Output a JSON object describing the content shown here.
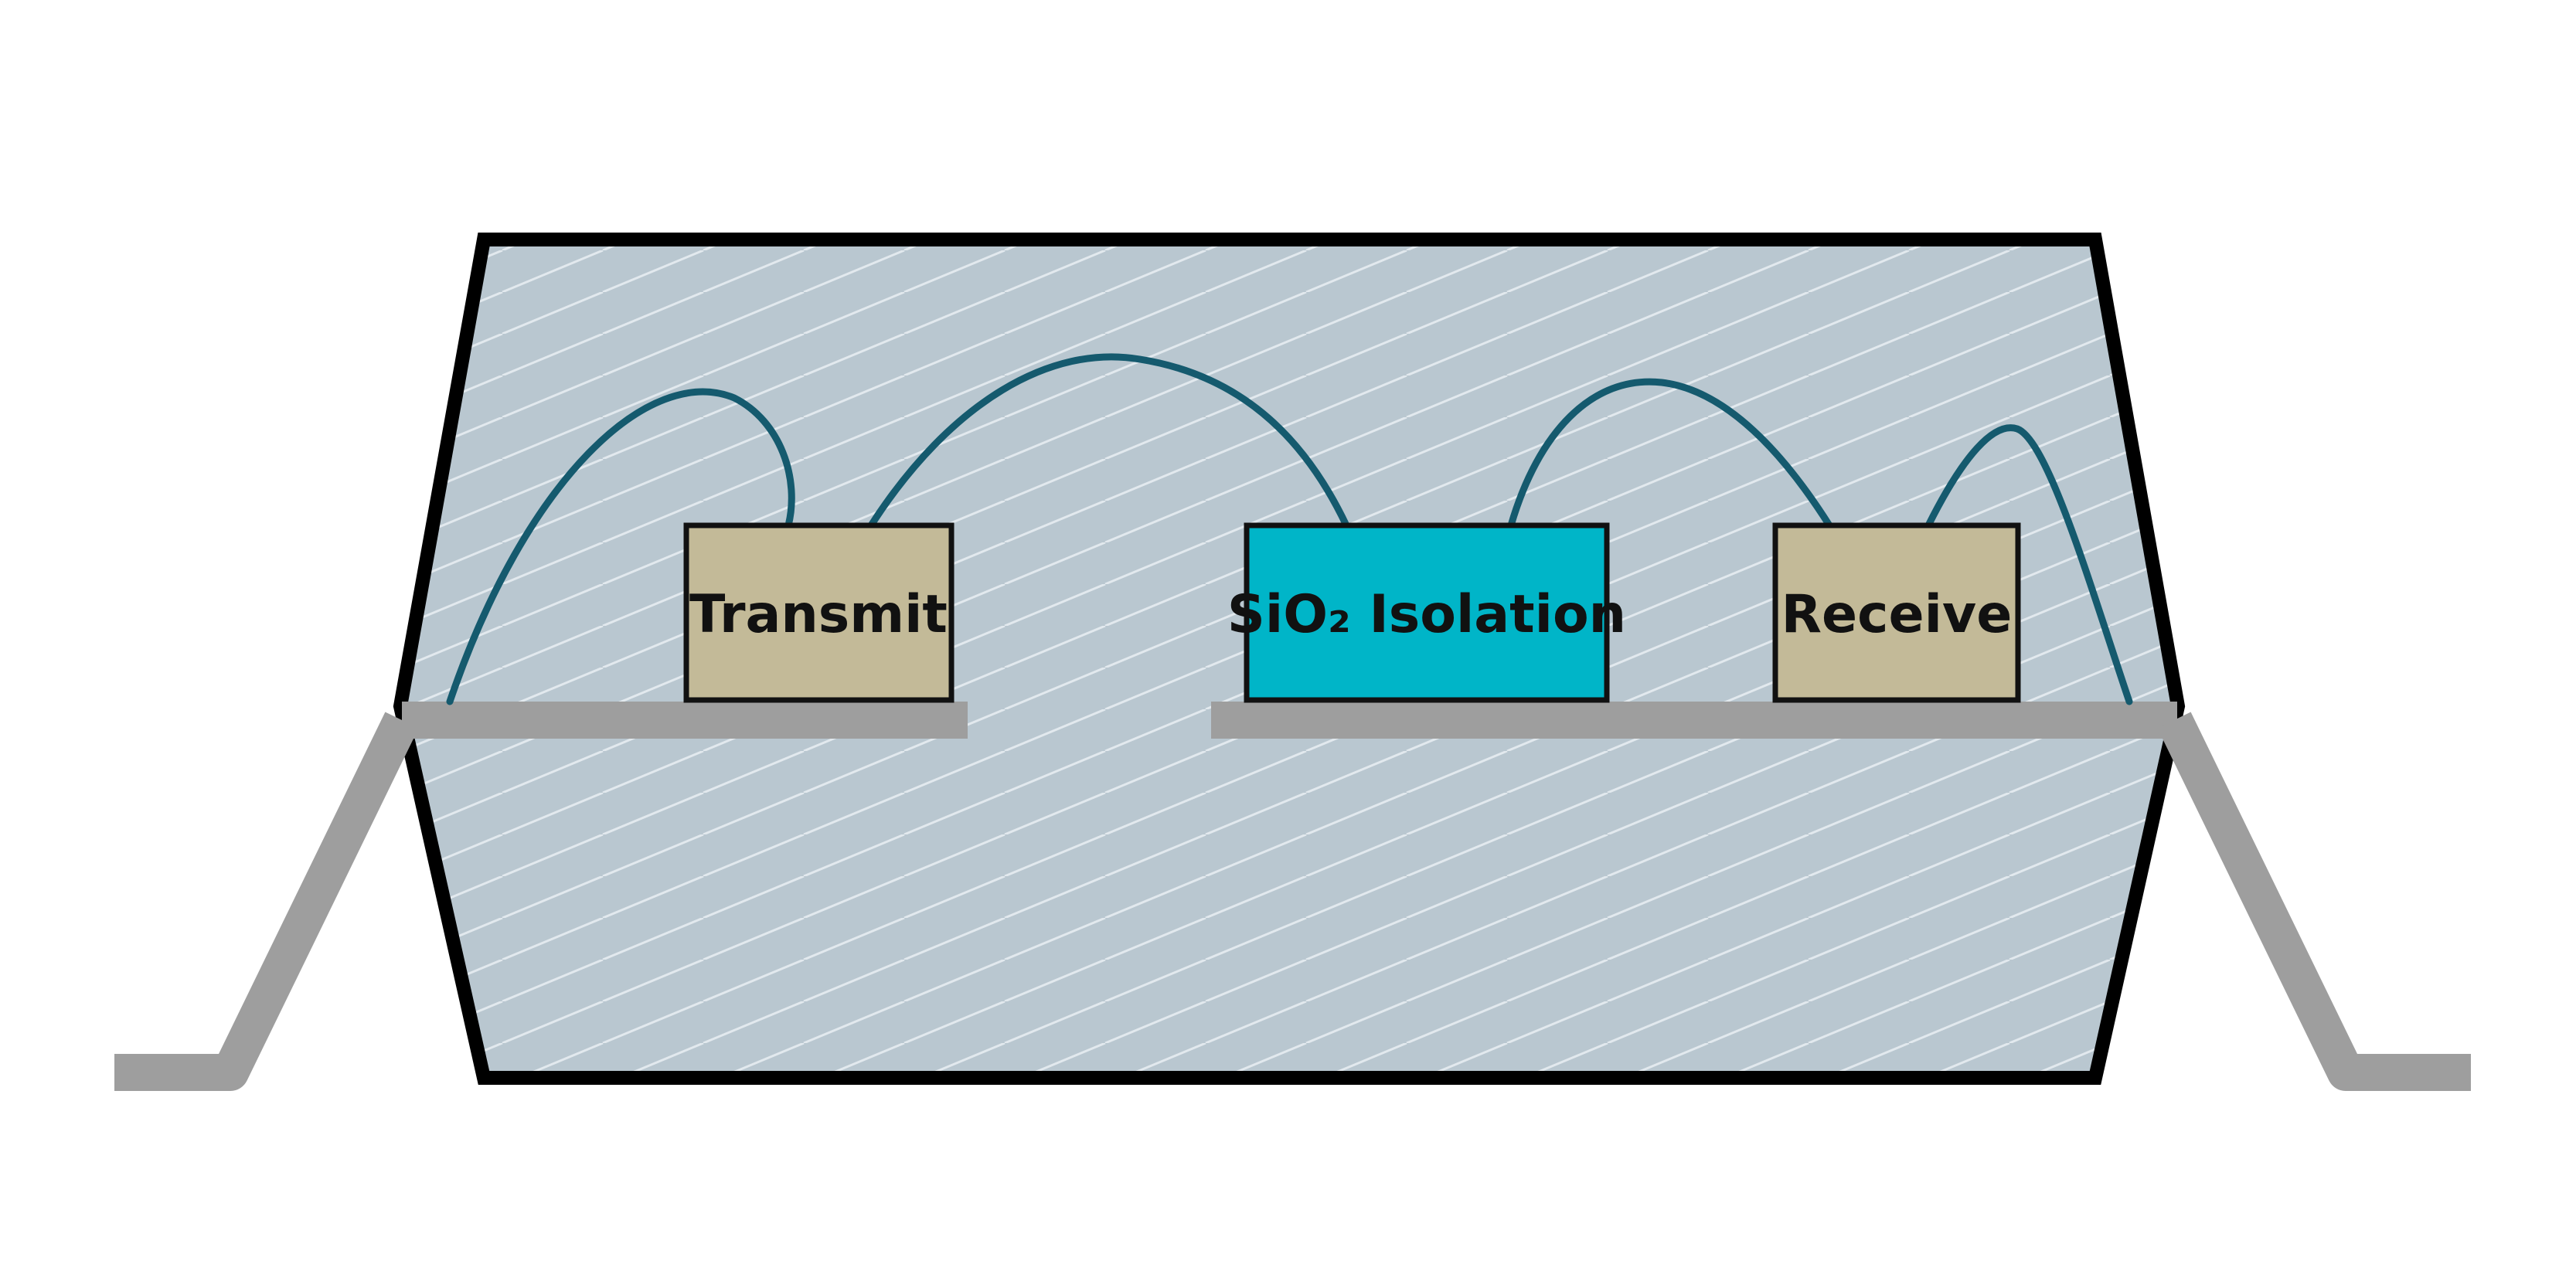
{
  "colors": {
    "background": "#ffffff",
    "package_fill": "#b9c7d0",
    "package_outline": "#000000",
    "hatch_lines": "#e2e9ee",
    "lead_frame": "#9e9e9e",
    "bond_wire": "#155a6e",
    "transmit_die": "#c3ba98",
    "isolation_die": "#00b5c8",
    "receive_die": "#c3ba98",
    "die_outline": "#111111"
  },
  "dies": {
    "transmit": {
      "label": "Transmit"
    },
    "isolation": {
      "label": "SiO₂ Isolation"
    },
    "receive": {
      "label": "Receive"
    }
  }
}
